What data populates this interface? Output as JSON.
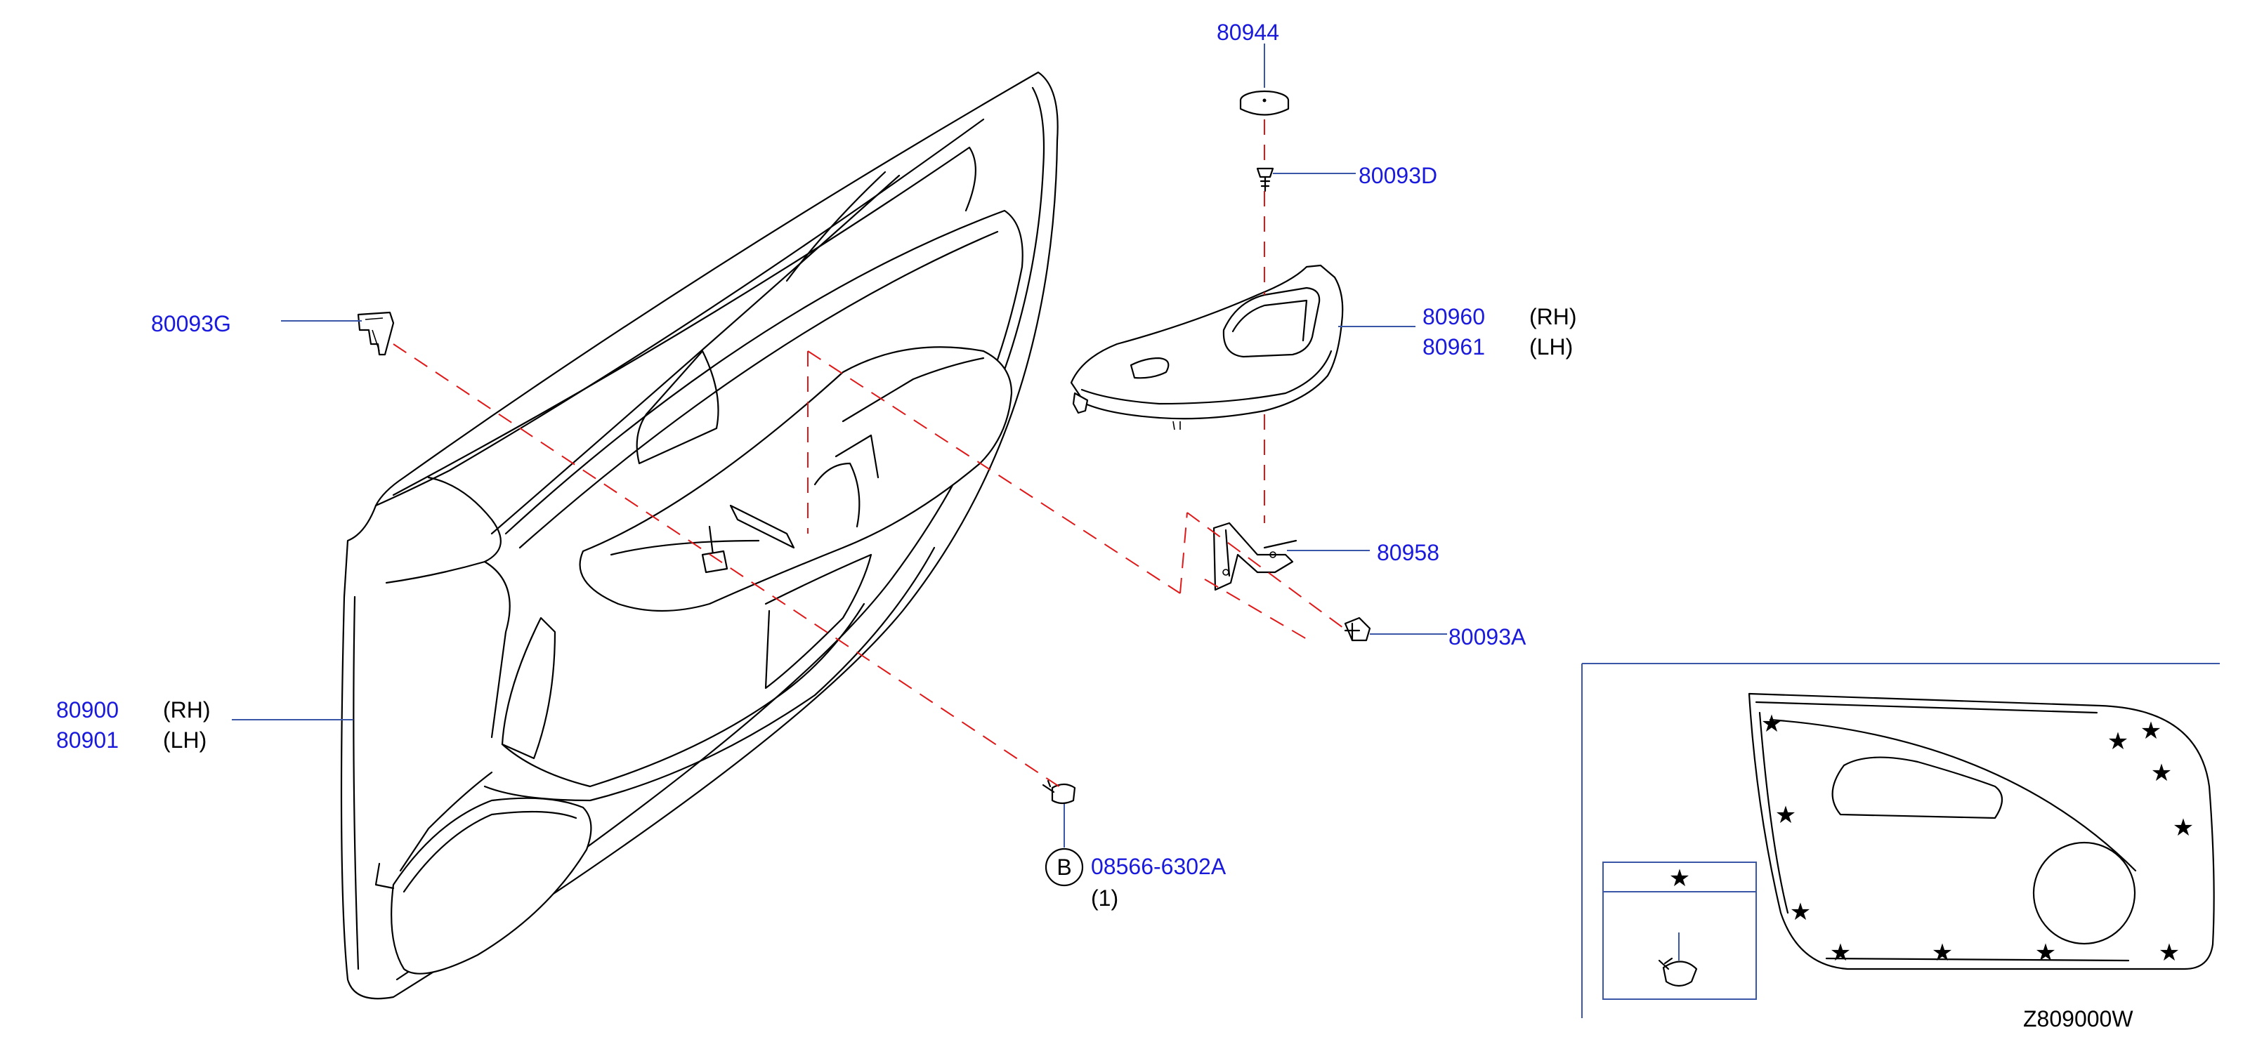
{
  "diagram": {
    "code": "Z809000W",
    "colors": {
      "callout": "#1a1adc",
      "leader": "#3a56a6",
      "assembly_line": "#e01818",
      "drawing": "#000000"
    },
    "parts": {
      "trim_rh": "80900",
      "trim_rh_side": "(RH)",
      "trim_lh": "80901",
      "trim_lh_side": "(LH)",
      "clip_g": "80093G",
      "cap": "80944",
      "clip_d": "80093D",
      "finisher_rh": "80960",
      "finisher_rh_side": "(RH)",
      "finisher_lh": "80961",
      "finisher_lh_side": "(LH)",
      "bracket": "80958",
      "clip_a": "80093A",
      "screw": "08566-6302A",
      "screw_qty": "(1)",
      "screw_marker": "B"
    },
    "inset": {
      "legend_symbol": "★",
      "symbols": [
        "★",
        "★",
        "★",
        "★",
        "★",
        "★",
        "★",
        "★",
        "★",
        "★",
        "★",
        "★"
      ],
      "icons": [
        "star-clip-icon",
        "push-clip-icon"
      ]
    }
  }
}
